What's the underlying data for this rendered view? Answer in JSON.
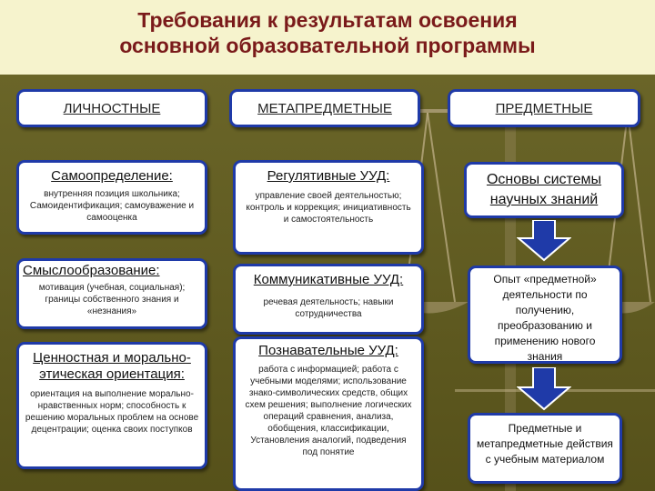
{
  "title": {
    "line1": "Требования к результатам освоения",
    "line2": "основной образовательной программы"
  },
  "columns": {
    "personal": "ЛИЧНОСТНЫЕ",
    "meta": "МЕТАПРЕДМЕТНЫЕ",
    "subject": "ПРЕДМЕТНЫЕ"
  },
  "personal": {
    "self": {
      "title": "Самоопределение:",
      "body": "внутренняя позиция школьника; Самоидентификация; самоуважение и самооценка"
    },
    "meaning": {
      "title": "Смыслообразование:",
      "body": "мотивация (учебная, социальная); границы собственного знания и «незнания»"
    },
    "values": {
      "title": "Ценностная и морально-этическая ориентация:",
      "body": "ориентация на выполнение морально-нравственных норм; способность к решению моральных проблем на основе децентрации; оценка своих поступков"
    }
  },
  "meta": {
    "regulative": {
      "title": "Регулятивные УУД:",
      "body": "управление своей деятельностью; контроль и коррекция; инициативность и самостоятельность"
    },
    "communicative": {
      "title": "Коммуникативные УУД:",
      "body": "речевая деятельность; навыки сотрудничества"
    },
    "cognitive": {
      "title": "Познавательные УУД:",
      "body": "работа с информацией; работа с учебными моделями; использование знако-символических средств, общих схем решения; выполнение логических операций сравнения, анализа, обобщения, классификации, Установления аналогий, подведения под понятие"
    }
  },
  "subject": {
    "basics": "Основы системы научных знаний",
    "experience": "Опыт «предметной» деятельности по получению, преобразованию и применению нового знания",
    "actions": "Предметные и метапредметные действия с учебным материалом"
  },
  "colors": {
    "title": "#7a1a1a",
    "panel": "#5f5a1f",
    "box_border": "#1f3aa8",
    "arrow_fill": "#1f3aa8"
  }
}
